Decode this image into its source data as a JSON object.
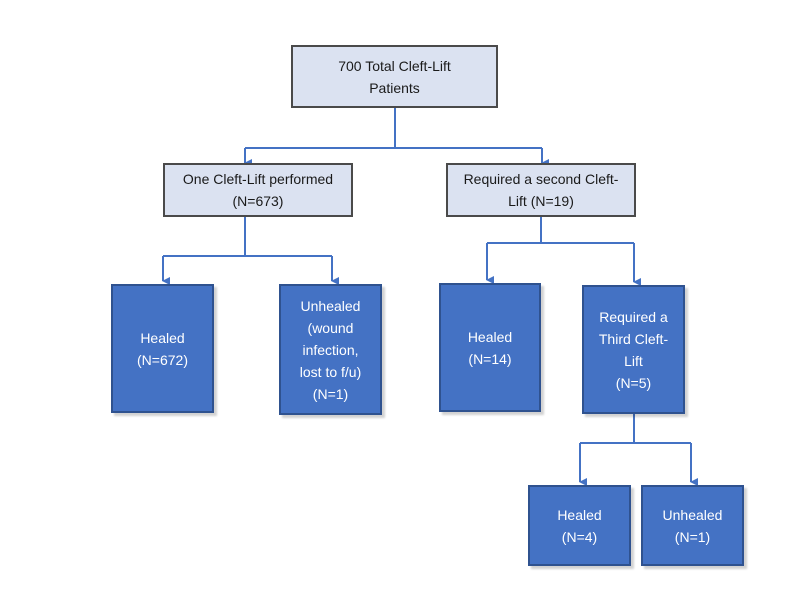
{
  "colors": {
    "light_fill": "#dbe2f1",
    "dark_fill": "#4472c4",
    "connector": "#4472c4"
  },
  "nodes": {
    "root": {
      "text": "700 Total Cleft-Lift\nPatients"
    },
    "one_cleft_lift": {
      "text": "One Cleft-Lift performed\n(N=673)"
    },
    "second_cleft_lift": {
      "text": "Required a second Cleft-\nLift (N=19)"
    },
    "healed_672": {
      "text": "Healed\n(N=672)"
    },
    "unhealed_1": {
      "text": "Unhealed\n(wound\ninfection,\nlost to f/u)\n(N=1)"
    },
    "healed_14": {
      "text": "Healed\n(N=14)"
    },
    "third_cleft_lift": {
      "text": "Required a\nThird Cleft-\nLift\n(N=5)"
    },
    "healed_4": {
      "text": "Healed\n(N=4)"
    },
    "unhealed_1b": {
      "text": "Unhealed\n(N=1)"
    }
  }
}
